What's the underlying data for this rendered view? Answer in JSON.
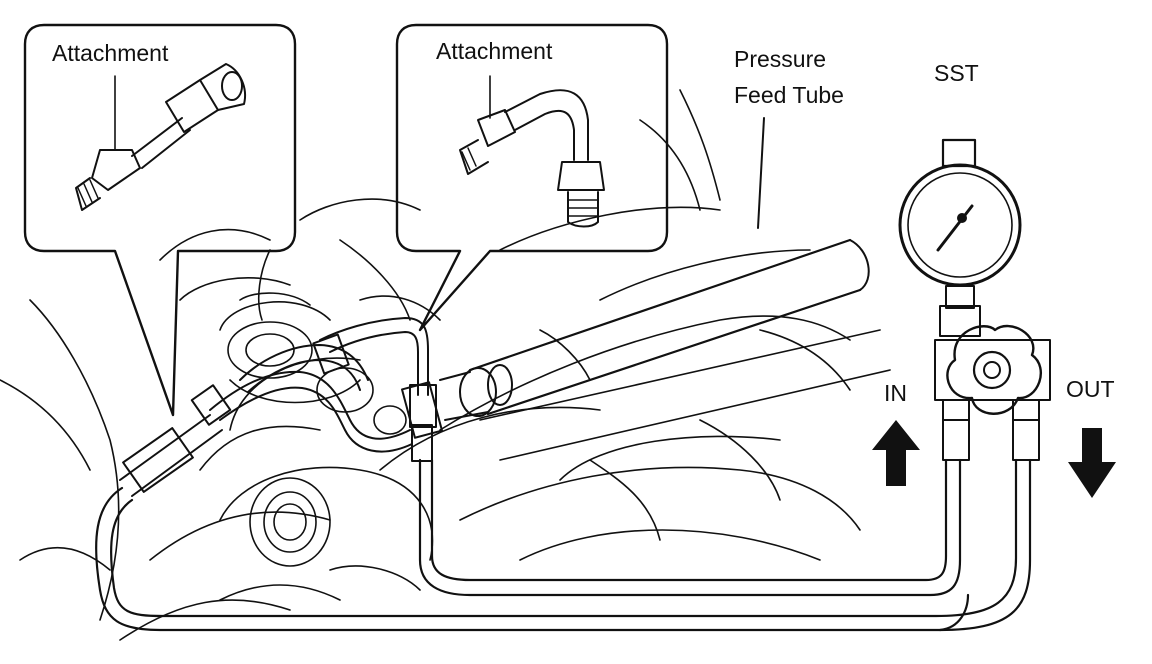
{
  "labels": {
    "attachment_left": "Attachment",
    "attachment_right": "Attachment",
    "pressure_feed_tube_line1": "Pressure",
    "pressure_feed_tube_line2": "Feed Tube",
    "sst": "SST",
    "in": "IN",
    "out": "OUT"
  },
  "colors": {
    "ink": "#111111",
    "paper": "#ffffff"
  },
  "icons": {
    "in_arrow": "arrow-up-icon",
    "out_arrow": "arrow-down-icon",
    "gauge": "pressure-gauge-icon",
    "valve": "valve-knob-icon"
  }
}
